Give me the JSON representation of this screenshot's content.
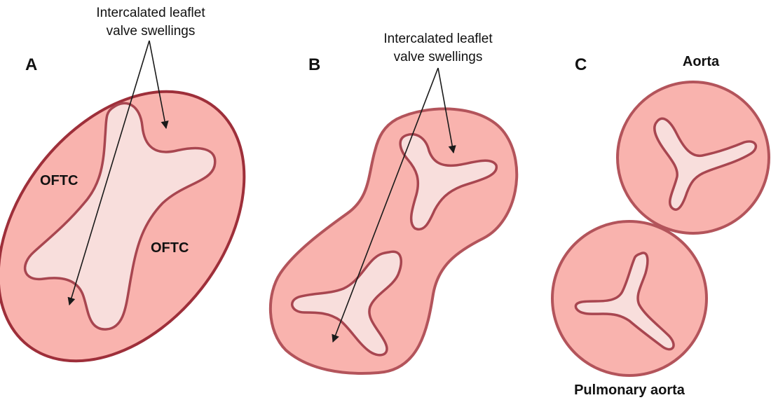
{
  "panels": {
    "a": {
      "letter": "A",
      "callout_line1": "Intercalated leaflet",
      "callout_line2": "valve swellings",
      "region_label_left": "OFTC",
      "region_label_right": "OFTC"
    },
    "b": {
      "letter": "B",
      "callout_line1": "Intercalated leaflet",
      "callout_line2": "valve swellings"
    },
    "c": {
      "letter": "C",
      "top_vessel_label": "Aorta",
      "bottom_vessel_label": "Pulmonary aorta"
    }
  },
  "colors": {
    "outer_fill": "#f9b3ae",
    "outer_stroke_a": "#9e2f3a",
    "outer_stroke_b": "#b3545b",
    "inner_fill": "#f8dedc",
    "inner_stroke": "#a84650",
    "arrow": "#1a1a1a",
    "text": "#111111"
  }
}
